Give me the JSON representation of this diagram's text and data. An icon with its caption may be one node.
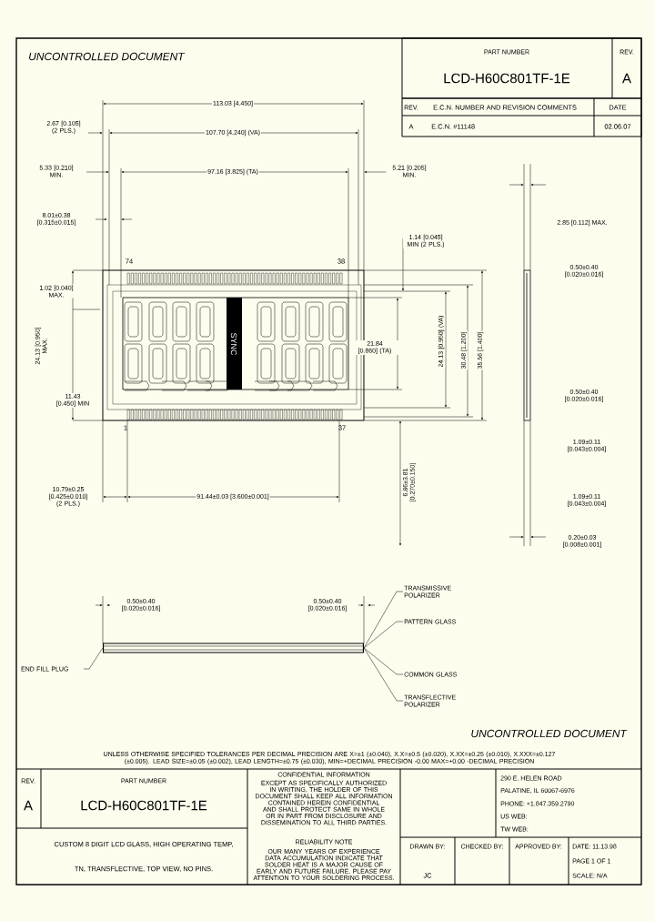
{
  "diagram": {
    "nodes": [
      {
        "text": [
          "TRANSMISSIVE POLARIZER"
        ]
      },
      {
        "text": [
          "PATTERN GLASS"
        ]
      },
      {
        "text": [
          "COMMON GLASS"
        ]
      },
      {
        "text": [
          "TRANSFLECTIVE POLARIZER"
        ]
      },
      {
        "text": [
          "END FILL PLUG"
        ]
      },
      {
        "text": [],
        "shape": "bar"
      }
    ],
    "edges": [
      {
        "from": 0,
        "to": 5,
        "arrow": "none"
      },
      {
        "from": 1,
        "to": 5,
        "arrow": "none"
      },
      {
        "from": 2,
        "to": 5,
        "arrow": "none"
      },
      {
        "from": 3,
        "to": 5,
        "arrow": "none"
      },
      {
        "from": 4,
        "to": 5,
        "arrow": "none"
      }
    ],
    "labels": [
      "UNCONTROLLED DOCUMENT",
      "PART NUMBER",
      "LCD-H60C801TF-1E",
      "REV.",
      "A",
      "REV.",
      "E.C.N. NUMBER AND REVISION COMMENTS",
      "DATE",
      "A",
      "E.C.N. #11148",
      "02.06.07",
      "113.03 [4.450]",
      "2.67 [0.105] (2 PLS.)",
      "107.70 [4.240] (VA)",
      "5.33 [0.210] MIN.",
      "97.16 [3.825] (TA)",
      "5.21 [0.205] MIN.",
      "8.01±0.38 [0.315±0.015]",
      "2.85 [0.112] MAX.",
      "1.14 [0.045] MIN (2 PLS.)",
      "74",
      "38",
      "0.50±0.40 [0.020±0.016]",
      "1.02 [0.040] MAX.",
      "24.13 [0.950] MAX.",
      "SYNC",
      "21.84 [0.860] (TA)",
      "24.13 [0.950] (VA)",
      "30.48 [1.200]",
      "35.56 [1.400]",
      "11.43 [0.450] MIN",
      "0.50±0.40 [0.020±0.016]",
      "1",
      "37",
      "1.09±0.11 [0.043±0.004]",
      "6.86±3.81 [0.270±0.150]",
      "10.79±0.25 [0.425±0.010] (2 PLS.)",
      "91.44±0.03 [3.600±0.001]",
      "1.09±0.11 [0.043±0.004]",
      "0.20±0.03 [0.008±0.001]",
      "0.50±0.40 [0.020±0.016]",
      "0.50±0.40 [0.020±0.016]",
      "UNCONTROLLED DOCUMENT",
      "UNLESS OTHERWISE SPECIFIED TOLERANCES PER DECIMAL PRECISION ARE X=±1 (±0.040), X.X=±0.5 (±0.020), X.XX=±0.25 (±0.010), X.XXX=±0.127 (±0.005). LEAD SIZE=±0.05 (±0.002), LEAD LENGTH=±0.75 (±0.030), MIN=+DECIMAL PRECISION -0.00 MAX=+0.00 -DECIMAL PRECISION",
      "REV.",
      "A",
      "PART NUMBER",
      "LCD-H60C801TF-1E",
      "CUSTOM 8 DIGIT LCD GLASS, HIGH OPERATING TEMP,",
      "TN, TRANSFLECTIVE, TOP VIEW, NO PINS.",
      "CONFIDENTIAL INFORMATION",
      "EXCEPT AS SPECIFICALLY AUTHORIZED IN WRITING, THE HOLDER OF THIS DOCUMENT SHALL KEEP ALL INFORMATION CONTAINED HEREIN CONFIDENTIAL AND SHALL PROTECT SAME IN WHOLE OR IN PART FROM DISCLOSURE AND DISSEMINATION TO ALL THIRD PARTIES.",
      "RELIABILITY NOTE",
      "OUR MANY YEARS OF EXPERIENCE DATA ACCUMULATION INDICATE THAT SOLDER HEAT IS A MAJOR CAUSE OF EARLY AND FUTURE FAILURE. PLEASE PAY ATTENTION TO YOUR SOLDERING PROCESS.",
      "290 E. HELEN ROAD",
      "PALATINE, IL 60067-6976",
      "PHONE: +1.847.359.2790",
      "US WEB:",
      "TW WEB:",
      "DRAWN BY:",
      "JC",
      "CHECKED BY:",
      "APPROVED BY:",
      "DATE: 11.13.98",
      "PAGE 1 OF 1",
      "SCALE: N/A"
    ]
  }
}
